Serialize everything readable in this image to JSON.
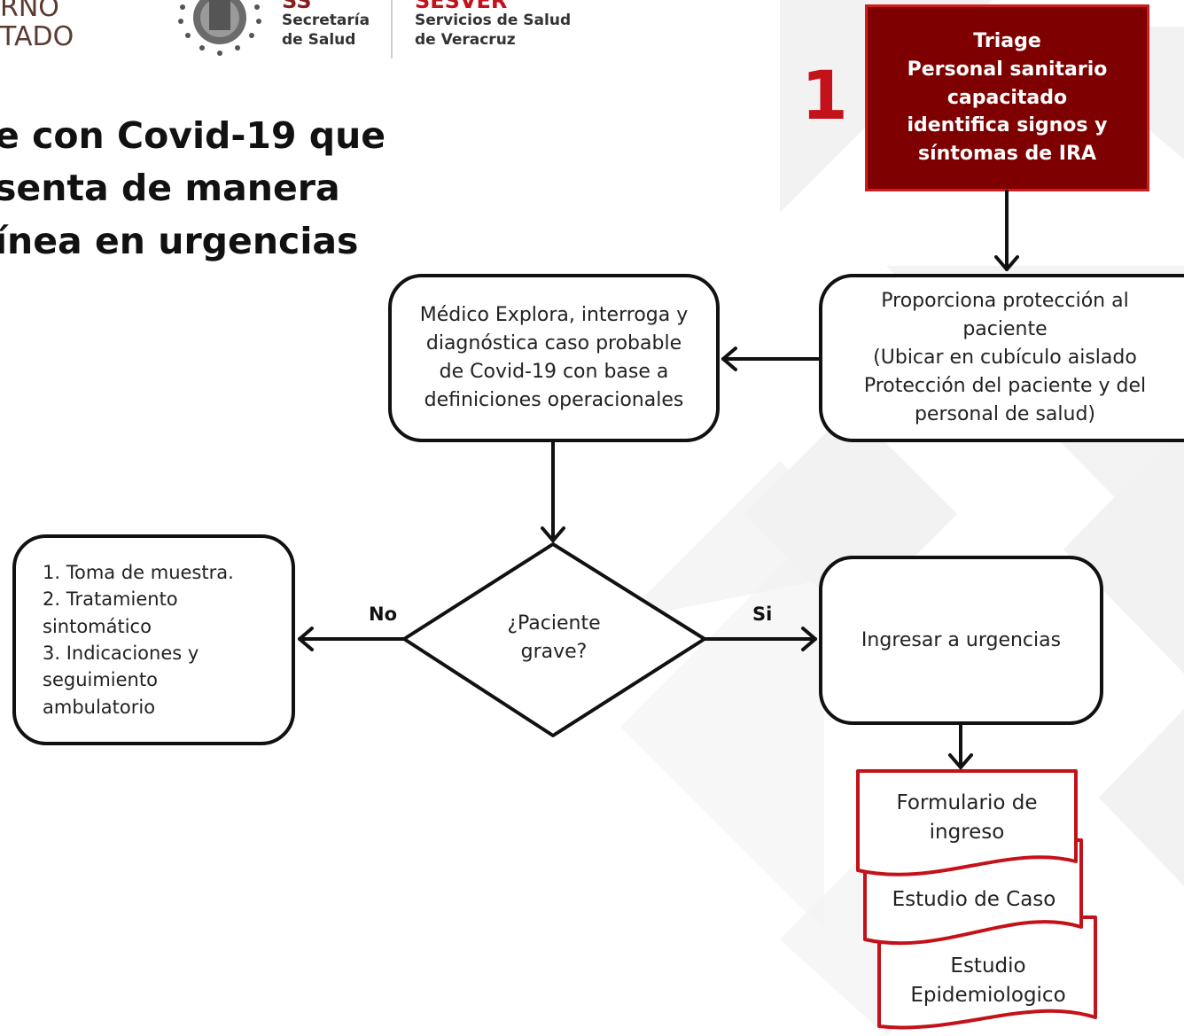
{
  "header": {
    "gov_partial": [
      "RNO",
      "TADO"
    ],
    "ss_abbr": "SS",
    "ss_name": [
      "Secretaría",
      "de Salud"
    ],
    "sesver_abbr": "SESVER",
    "sesver_name": [
      "Servicios de Salud",
      "de Veracruz"
    ]
  },
  "title": [
    "e con Covid-19 que",
    "senta de manera",
    "ínea en urgencias"
  ],
  "step_number": "1",
  "triage": [
    "Triage",
    "Personal sanitario",
    "capacitado",
    "identifica signos y",
    "síntomas de IRA"
  ],
  "proteccion": [
    "Proporciona protección al",
    "paciente",
    "(Ubicar en cubículo aislado",
    "Protección del paciente y del",
    "personal de salud)"
  ],
  "medico": [
    "Médico Explora, interroga y",
    "diagnóstica caso probable",
    "de Covid-19 con base a",
    "definiciones operacionales"
  ],
  "decision": [
    "¿Paciente",
    "grave?"
  ],
  "label_no": "No",
  "label_si": "Si",
  "ambulatorio": [
    "1. Toma de muestra.",
    "2. Tratamiento",
    "sintomático",
    "3. Indicaciones y",
    "seguimiento",
    "ambulatorio"
  ],
  "ingresar": "Ingresar a urgencias",
  "documents": [
    [
      "Formulario de",
      "ingreso"
    ],
    [
      "Estudio de Caso"
    ],
    [
      "Estudio",
      "Epidemiologico"
    ]
  ],
  "colors": {
    "triage_fill": "#7f0000",
    "triage_border": "#d21c1c",
    "accent_red": "#c4121a",
    "header_brown": "#5a3b32",
    "doc_border": "#c4121a"
  }
}
